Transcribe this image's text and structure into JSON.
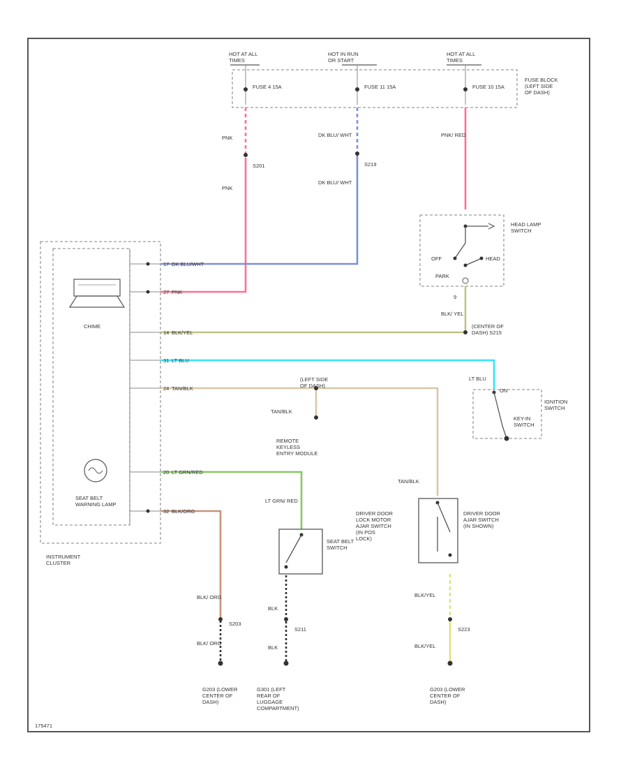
{
  "fuse_block": {
    "label": "FUSE BLOCK (LEFT SIDE OF DASH)",
    "hot_at_1": "HOT AT ALL TIMES",
    "hot_in_run": "HOT IN RUN OR START",
    "hot_at_2": "HOT AT ALL TIMES",
    "fuse_a": "FUSE 4 15A",
    "fuse_b": "FUSE 11 15A",
    "fuse_c": "FUSE 10 15A"
  },
  "wires": {
    "pnk": "PNK",
    "dk_blu_wht": "DK BLU/ WHT",
    "pnk_red": "PNK/ RED",
    "blk_yel": "BLK/ YEL",
    "lt_blu": "LT BLU",
    "tan_blk": "TAN/BLK",
    "lt_grn_red": "LT GRN/ RED",
    "blk": "BLK",
    "blk_org": "BLK/ ORG",
    "blk_yel_b": "BLK/YEL"
  },
  "splices": {
    "s201": "S201",
    "s219": "S219",
    "s215": "S215",
    "s203": "S203",
    "s211": "S211",
    "s223": "S223"
  },
  "pins": {
    "p17": "17",
    "p27": "27",
    "p14": "14",
    "p31": "31",
    "p24": "24",
    "p20": "20",
    "p32": "32",
    "sw_park": "9"
  },
  "cluster_labels": {
    "dk_blu_wht": "DK BLU/WHT",
    "pnk": "PNK",
    "blk_yel": "BLK/YEL",
    "lt_blu": "LT BLU",
    "tan_blk": "TAN/BLK",
    "lt_grn_red": "LT GRN/RED",
    "blk_org": "BLK/ORG"
  },
  "components": {
    "head_lamp_switch": "HEAD LAMP SWITCH",
    "off": "OFF",
    "park": "PARK",
    "head": "HEAD",
    "center_dash": "(CENTER OF DASH) S215",
    "chime": "CHIME",
    "seat_belt_lamp": "SEAT BELT WARNING LAMP",
    "instrument_cluster": "INSTRUMENT CLUSTER",
    "left_side_dash": "(LEFT SIDE OF DASH)",
    "ignition_switch": "IGNITION SWITCH",
    "key_in_switch": "KEY-IN SWITCH",
    "on": "ON",
    "remote_keyless": "REMOTE KEYLESS ENTRY MODULE",
    "seat_belt_switch": "SEAT BELT SWITCH",
    "driver_lock_motor": "DRIVER DOOR LOCK MOTOR AJAR SWITCH (IN POS LOCK)",
    "driver_ajar": "DRIVER DOOR AJAR SWITCH (IN SHOWN)",
    "ground_g200_a": "G203 (LOWER CENTER OF DASH)",
    "ground_g301": "G301 (LEFT REAR OF LUGGAGE COMPARTMENT)",
    "ground_g200_b": "G203 (LOWER CENTER OF DASH)",
    "figure_id": "175471"
  },
  "colors": {
    "pink": "#ff6f8f",
    "blue": "#7d8fd6",
    "cyan": "#33e5f5",
    "olive": "#c2c285",
    "tan": "#d6c8a8",
    "green": "#88c860",
    "brown": "#c8947a",
    "yellow": "#e0e080",
    "black": "#333333"
  }
}
